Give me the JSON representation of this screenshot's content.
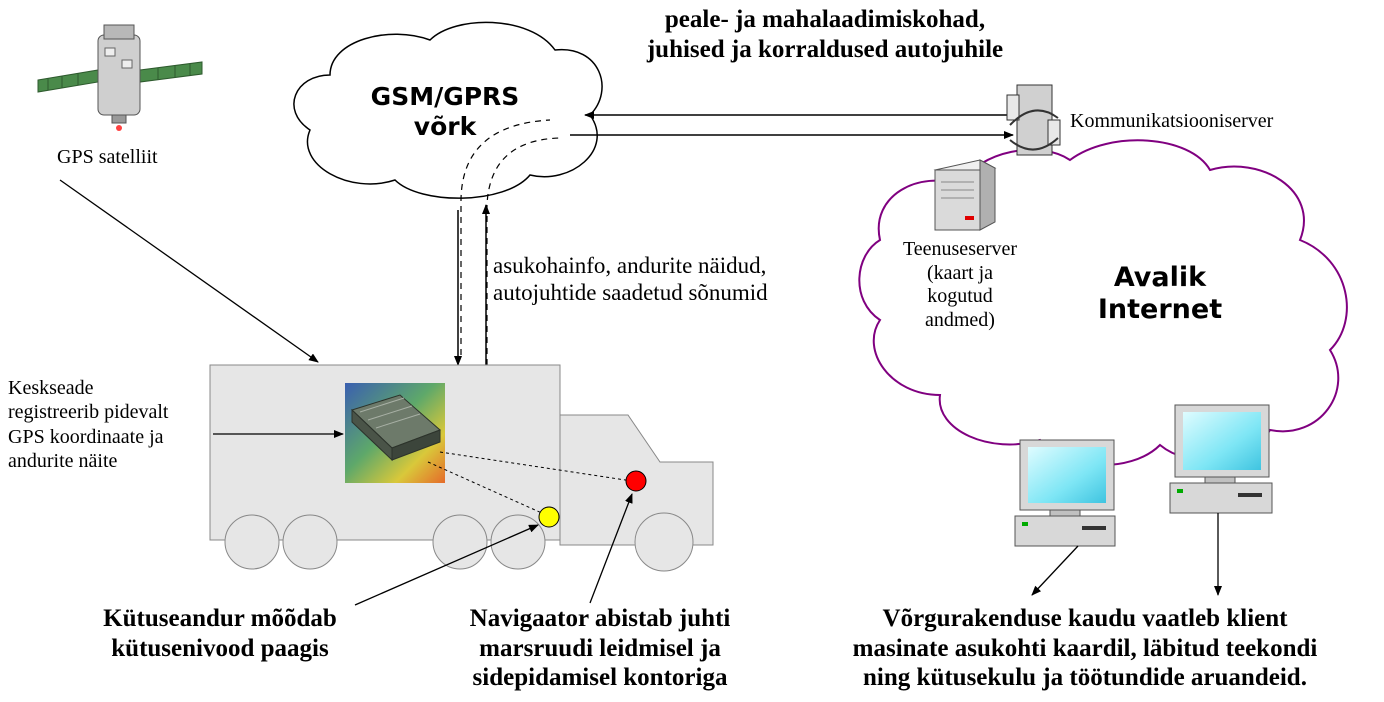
{
  "satellite": {
    "label": "GPS satelliit"
  },
  "gsm_cloud": {
    "line1": "GSM/GPRS",
    "line2": "võrk"
  },
  "top_message": {
    "line1": "peale- ja mahalaadimiskohad,",
    "line2": "juhised ja korraldused autojuhile"
  },
  "comm_server": {
    "label": "Kommunikatsiooniserver"
  },
  "service_server": {
    "line1": "Teenuseserver",
    "line2": "(kaart ja",
    "line3": "kogutud",
    "line4": "andmed)"
  },
  "internet_cloud": {
    "line1": "Avalik",
    "line2": "Internet"
  },
  "uplink_message": {
    "line1": "asukohainfo, andurite näidud,",
    "line2": "autojuhtide saadetud sõnumid"
  },
  "central_unit": {
    "line1": "Keskseade",
    "line2": "registreerib pidevalt",
    "line3": "GPS koordinaate ja",
    "line4": "andurite näite"
  },
  "fuel_sensor": {
    "line1": "Kütuseandur mõõdab",
    "line2": "kütusenivood paagis"
  },
  "navigator": {
    "line1": "Navigaator abistab juhti",
    "line2": "marsruudi leidmisel ja",
    "line3": "sidepidamisel kontoriga"
  },
  "client": {
    "line1": "Võrgurakenduse kaudu vaatleb klient",
    "line2": "masinate asukohti kaardil, läbitud teekondi",
    "line3": "ning kütusekulu ja töötundide aruandeid."
  },
  "colors": {
    "internet_outline": "#800080",
    "navigator_dot": "#ff0000",
    "fuel_dot": "#ffff00",
    "truck": "#e6e6e6"
  }
}
